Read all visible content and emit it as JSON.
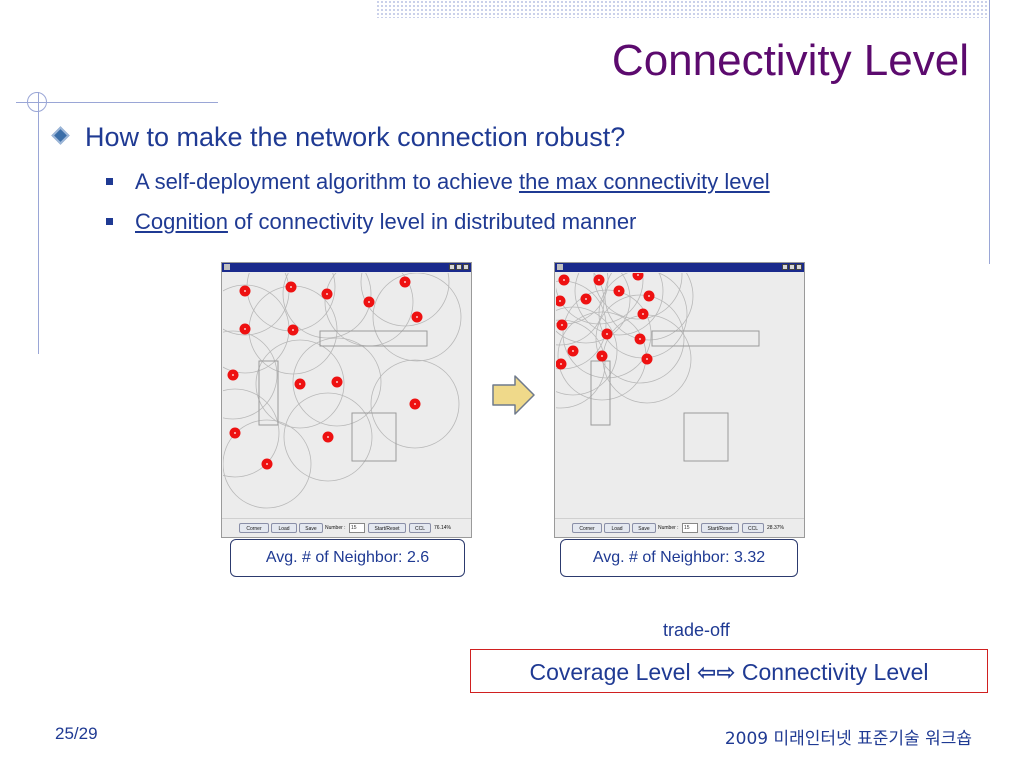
{
  "slide": {
    "title": "Connectivity Level",
    "bullet_main": "How to make the network connection robust?",
    "sub1_prefix": "A self-deployment algorithm to achieve ",
    "sub1_link": "the max connectivity level",
    "sub2_link": "Cognition",
    "sub2_suffix": " of connectivity level in distributed manner",
    "tradeoff": "trade-off",
    "coverage_text": "Coverage Level ",
    "arrows": "⇦⇨",
    "connectivity_text": " Connectivity Level",
    "page_number": "25/29",
    "footer_right": "2009 미래인터넷 표준기술 워크숍"
  },
  "left_sim": {
    "buttons": [
      "Corner",
      "Load",
      "Save",
      "Start/Reset",
      "CCL"
    ],
    "number_label": "Number :",
    "number_value": "15",
    "percent": "76.14%",
    "caption": "Avg. # of Neighbor: 2.6"
  },
  "right_sim": {
    "buttons": [
      "Corner",
      "Load",
      "Save",
      "Start/Reset",
      "CCL"
    ],
    "number_label": "Number :",
    "number_value": "15",
    "percent": "28.37%",
    "caption": "Avg. # of Neighbor: 3.32"
  },
  "colors": {
    "title": "#5c0a6e",
    "text": "#1f3a93",
    "node": "#ee1111",
    "highlight_border": "#d02020",
    "arrow_fill": "#efd98a"
  },
  "icons": {
    "bullet": "diamond-icon",
    "sub_bullet": "square-bullet-icon",
    "transition": "right-arrow-icon"
  }
}
